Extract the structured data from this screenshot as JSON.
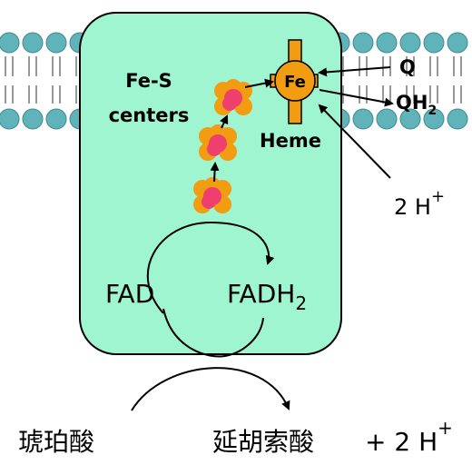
{
  "labels": {
    "fe_s_line1": "Fe-S",
    "fe_s_line2": "centers",
    "fe": "Fe",
    "heme": "Heme",
    "q": "Q",
    "qh2_base": "QH",
    "qh2_sub": "2",
    "proton_top_base": "2 H",
    "proton_top_sup": "+",
    "fad": "FAD",
    "fadh2_base": "FADH",
    "fadh2_sub": "2",
    "succinate": "琥珀酸",
    "fumarate": "延胡索酸",
    "plus_protons_base": "+ 2 H",
    "plus_protons_sup": "+"
  },
  "colors": {
    "membrane_head": "#5fb3b9",
    "membrane_head_stroke": "#3f8a90",
    "protein_fill": "#9ff5d0",
    "heme_orange": "#f29c11",
    "cluster_pink": "#ee3f6e",
    "text": "#000000"
  }
}
